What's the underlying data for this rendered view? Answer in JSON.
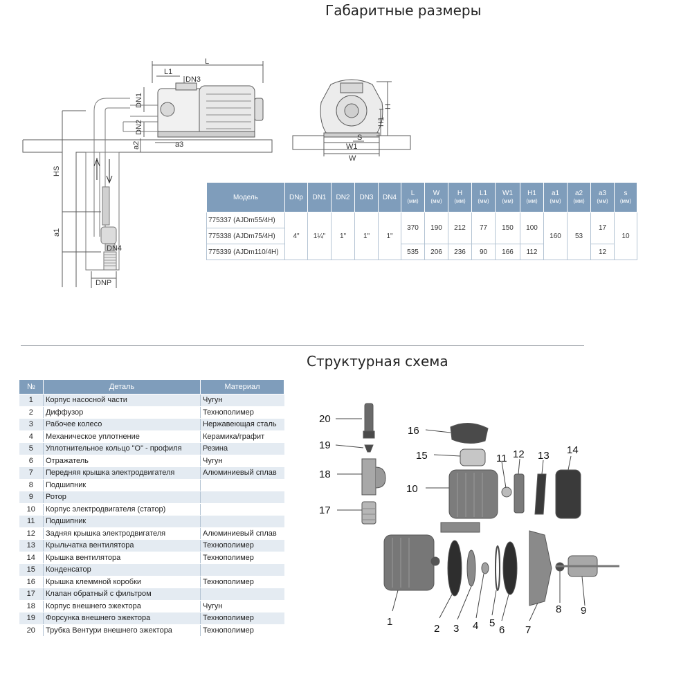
{
  "titles": {
    "dimensions": "Габаритные размеры",
    "structure": "Структурная схема"
  },
  "side_labels": {
    "L": "L",
    "L1": "L1",
    "DN3": "DN3",
    "DN1": "DN1",
    "DN2": "DN2",
    "a2": "a2",
    "a3": "a3",
    "HS": "HS",
    "a1": "a1",
    "DN4": "DN4",
    "DNP": "DNP"
  },
  "front_labels": {
    "H": "H",
    "H1": "H1",
    "S": "S",
    "W1": "W1",
    "W": "W"
  },
  "dims_table": {
    "headers": [
      "Модель",
      "DNp",
      "DN1",
      "DN2",
      "DN3",
      "DN4",
      "L",
      "W",
      "H",
      "L1",
      "W1",
      "H1",
      "a1",
      "a2",
      "a3",
      "s"
    ],
    "units": "(мм)",
    "rows": [
      {
        "model": "775337 (AJDm55/4H)",
        "L": "370",
        "W": "190",
        "H": "212",
        "L1": "77",
        "W1": "150",
        "H1": "100",
        "a3": "17"
      },
      {
        "model": "775338 (AJDm75/4H)"
      },
      {
        "model": "775339 (AJDm110/4H)",
        "L": "535",
        "W": "206",
        "H": "236",
        "L1": "90",
        "W1": "166",
        "H1": "112",
        "a3": "12"
      }
    ],
    "shared": {
      "DNp": "4\"",
      "DN1": "1¼\"",
      "DN2": "1\"",
      "DN3": "1\"",
      "DN4": "1\"",
      "a1": "160",
      "a2": "53",
      "s": "10"
    }
  },
  "parts_table": {
    "headers": [
      "№",
      "Деталь",
      "Материал"
    ],
    "rows": [
      {
        "n": "1",
        "name": "Корпус насосной части",
        "mat": "Чугун"
      },
      {
        "n": "2",
        "name": "Диффузор",
        "mat": "Технополимер"
      },
      {
        "n": "3",
        "name": "Рабочее колесо",
        "mat": "Нержавеющая сталь"
      },
      {
        "n": "4",
        "name": "Механическое уплотнение",
        "mat": "Керамика/графит"
      },
      {
        "n": "5",
        "name": "Уплотнительное кольцо \"О\" - профиля",
        "mat": "Резина"
      },
      {
        "n": "6",
        "name": "Отражатель",
        "mat": "Чугун"
      },
      {
        "n": "7",
        "name": "Передняя крышка электродвигателя",
        "mat": "Алюминиевый сплав"
      },
      {
        "n": "8",
        "name": "Подшипник",
        "mat": ""
      },
      {
        "n": "9",
        "name": "Ротор",
        "mat": ""
      },
      {
        "n": "10",
        "name": "Корпус электродвигателя (статор)",
        "mat": ""
      },
      {
        "n": "11",
        "name": "Подшипник",
        "mat": ""
      },
      {
        "n": "12",
        "name": "Задняя крышка электродвигателя",
        "mat": "Алюминиевый сплав"
      },
      {
        "n": "13",
        "name": "Крыльчатка вентилятора",
        "mat": "Технополимер"
      },
      {
        "n": "14",
        "name": "Крышка вентилятора",
        "mat": "Технополимер"
      },
      {
        "n": "15",
        "name": "Конденсатор",
        "mat": ""
      },
      {
        "n": "16",
        "name": "Крышка клеммной коробки",
        "mat": "Технополимер"
      },
      {
        "n": "17",
        "name": "Клапан обратный с фильтром",
        "mat": ""
      },
      {
        "n": "18",
        "name": "Корпус внешнего эжектора",
        "mat": "Чугун"
      },
      {
        "n": "19",
        "name": "Форсунка внешнего эжектора",
        "mat": "Технополимер"
      },
      {
        "n": "20",
        "name": "Трубка Вентури внешнего эжектора",
        "mat": "Технополимер"
      }
    ]
  },
  "callouts": [
    "1",
    "2",
    "3",
    "4",
    "5",
    "6",
    "7",
    "8",
    "9",
    "10",
    "11",
    "12",
    "13",
    "14",
    "15",
    "16",
    "17",
    "18",
    "19",
    "20"
  ],
  "colors": {
    "header_blue": "#7f9dbb",
    "row_stripe": "#e4ebf2",
    "line": "#5a5a5a",
    "part_dark": "#3a3a3a",
    "part_mid": "#8a8a8a"
  }
}
